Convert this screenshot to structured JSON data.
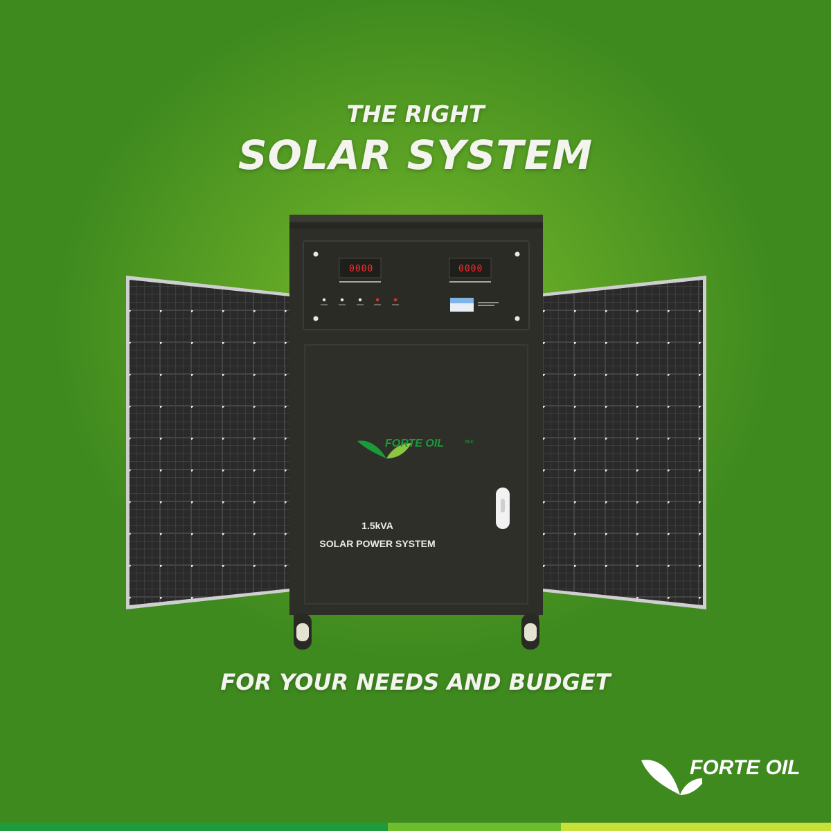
{
  "headline": {
    "line1": "THE RIGHT",
    "line2": "SOLAR SYSTEM"
  },
  "tagline": "FOR YOUR NEEDS AND BUDGET",
  "cabinet": {
    "brand": "FORTE OIL",
    "brand_suffix": "PLC",
    "rating": "1.5kVA",
    "system_label": "SOLAR POWER SYSTEM",
    "meter_left": "0000",
    "meter_right": "0000"
  },
  "brand": {
    "name": "FORTE OIL"
  },
  "colors": {
    "background": "#5ea425",
    "headline_text": "#f4f4ef",
    "cabinet": "#2d2d28",
    "meter_digits": "#ff2b2b",
    "footer_green": "#1e9b3c",
    "footer_lime": "#c8e03a"
  }
}
